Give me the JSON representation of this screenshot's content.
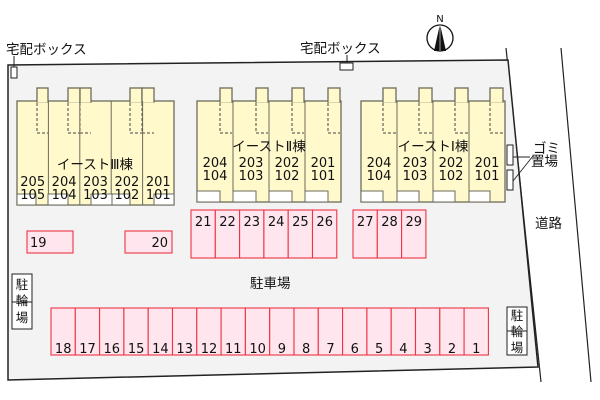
{
  "colors": {
    "lot_fill": "#f3f3f3",
    "building_fill": "#fff9cc",
    "building_stroke": "#6b6b5a",
    "parking_fill": "#ffe6ee",
    "parking_stroke": "#ee3344",
    "line": "#222222"
  },
  "compass": {
    "label": "N",
    "icon": "north-arrow-icon"
  },
  "delivery_boxes": [
    {
      "label": "宅配ボックス"
    },
    {
      "label": "宅配ボックス"
    }
  ],
  "buildings": [
    {
      "name": "イーストⅢ棟",
      "units": [
        {
          "upper": "205",
          "lower": "105"
        },
        {
          "upper": "204",
          "lower": "104"
        },
        {
          "upper": "203",
          "lower": "103"
        },
        {
          "upper": "202",
          "lower": "102"
        },
        {
          "upper": "201",
          "lower": "101"
        }
      ]
    },
    {
      "name": "イーストⅡ棟",
      "units": [
        {
          "upper": "204",
          "lower": "104"
        },
        {
          "upper": "203",
          "lower": "103"
        },
        {
          "upper": "202",
          "lower": "102"
        },
        {
          "upper": "201",
          "lower": "101"
        }
      ]
    },
    {
      "name": "イーストⅠ棟",
      "units": [
        {
          "upper": "204",
          "lower": "104"
        },
        {
          "upper": "203",
          "lower": "103"
        },
        {
          "upper": "202",
          "lower": "102"
        },
        {
          "upper": "201",
          "lower": "101"
        }
      ]
    }
  ],
  "garbage": {
    "line1": "ゴミ",
    "line2": "置場"
  },
  "road": {
    "label": "道路"
  },
  "parking_label": "駐車場",
  "bicycle_parking": {
    "chars": [
      "駐",
      "輪",
      "場"
    ]
  },
  "parking": {
    "row_top_left": [
      "19",
      "20"
    ],
    "row_mid_a": [
      "21",
      "22",
      "23",
      "24",
      "25",
      "26"
    ],
    "row_mid_b": [
      "27",
      "28",
      "29"
    ],
    "row_bottom": [
      "18",
      "17",
      "16",
      "15",
      "14",
      "13",
      "12",
      "11",
      "10",
      "9",
      "8",
      "7",
      "6",
      "5",
      "4",
      "3",
      "2",
      "1"
    ]
  }
}
